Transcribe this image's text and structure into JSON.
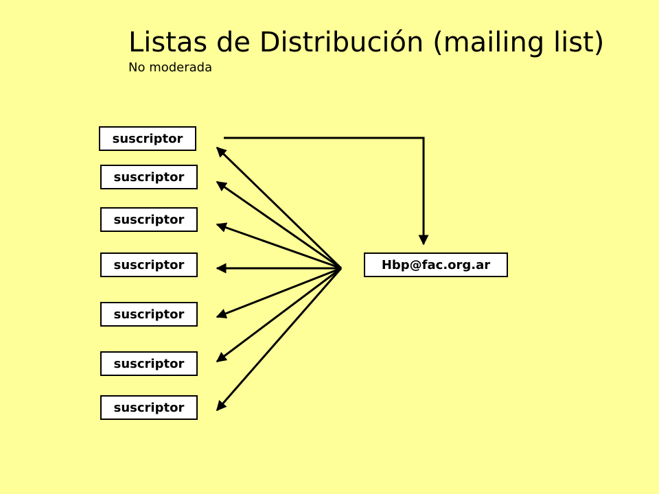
{
  "title": "Listas de Distribución (mailing list)",
  "subtitle": "No moderada",
  "subscribers": [
    {
      "label": "suscriptor"
    },
    {
      "label": "suscriptor"
    },
    {
      "label": "suscriptor"
    },
    {
      "label": "suscriptor"
    },
    {
      "label": "suscriptor"
    },
    {
      "label": "suscriptor"
    },
    {
      "label": "suscriptor"
    }
  ],
  "server": {
    "label": "Hbp@fac.org.ar"
  },
  "colors": {
    "background": "#FFFF99",
    "box_fill": "#FFFFFF",
    "stroke": "#000000"
  }
}
